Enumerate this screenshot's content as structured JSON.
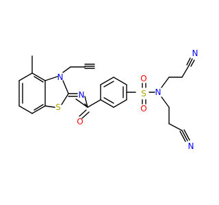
{
  "molecule": {
    "atom_labels": {
      "ring_n": "N",
      "ring_s": "S",
      "imine_n": "N",
      "carbonyl_o": "O",
      "sulfonyl_s": "S",
      "sulfonyl_o_top": "O",
      "sulfonyl_o_bottom": "O",
      "sulfonamide_n": "N",
      "nitrile_n_top": "N",
      "nitrile_n_bottom": "N"
    },
    "colors": {
      "bond": "#000000",
      "nitrogen": "#0000ff",
      "oxygen": "#ff0000",
      "sulfur": "#b2a400"
    }
  }
}
